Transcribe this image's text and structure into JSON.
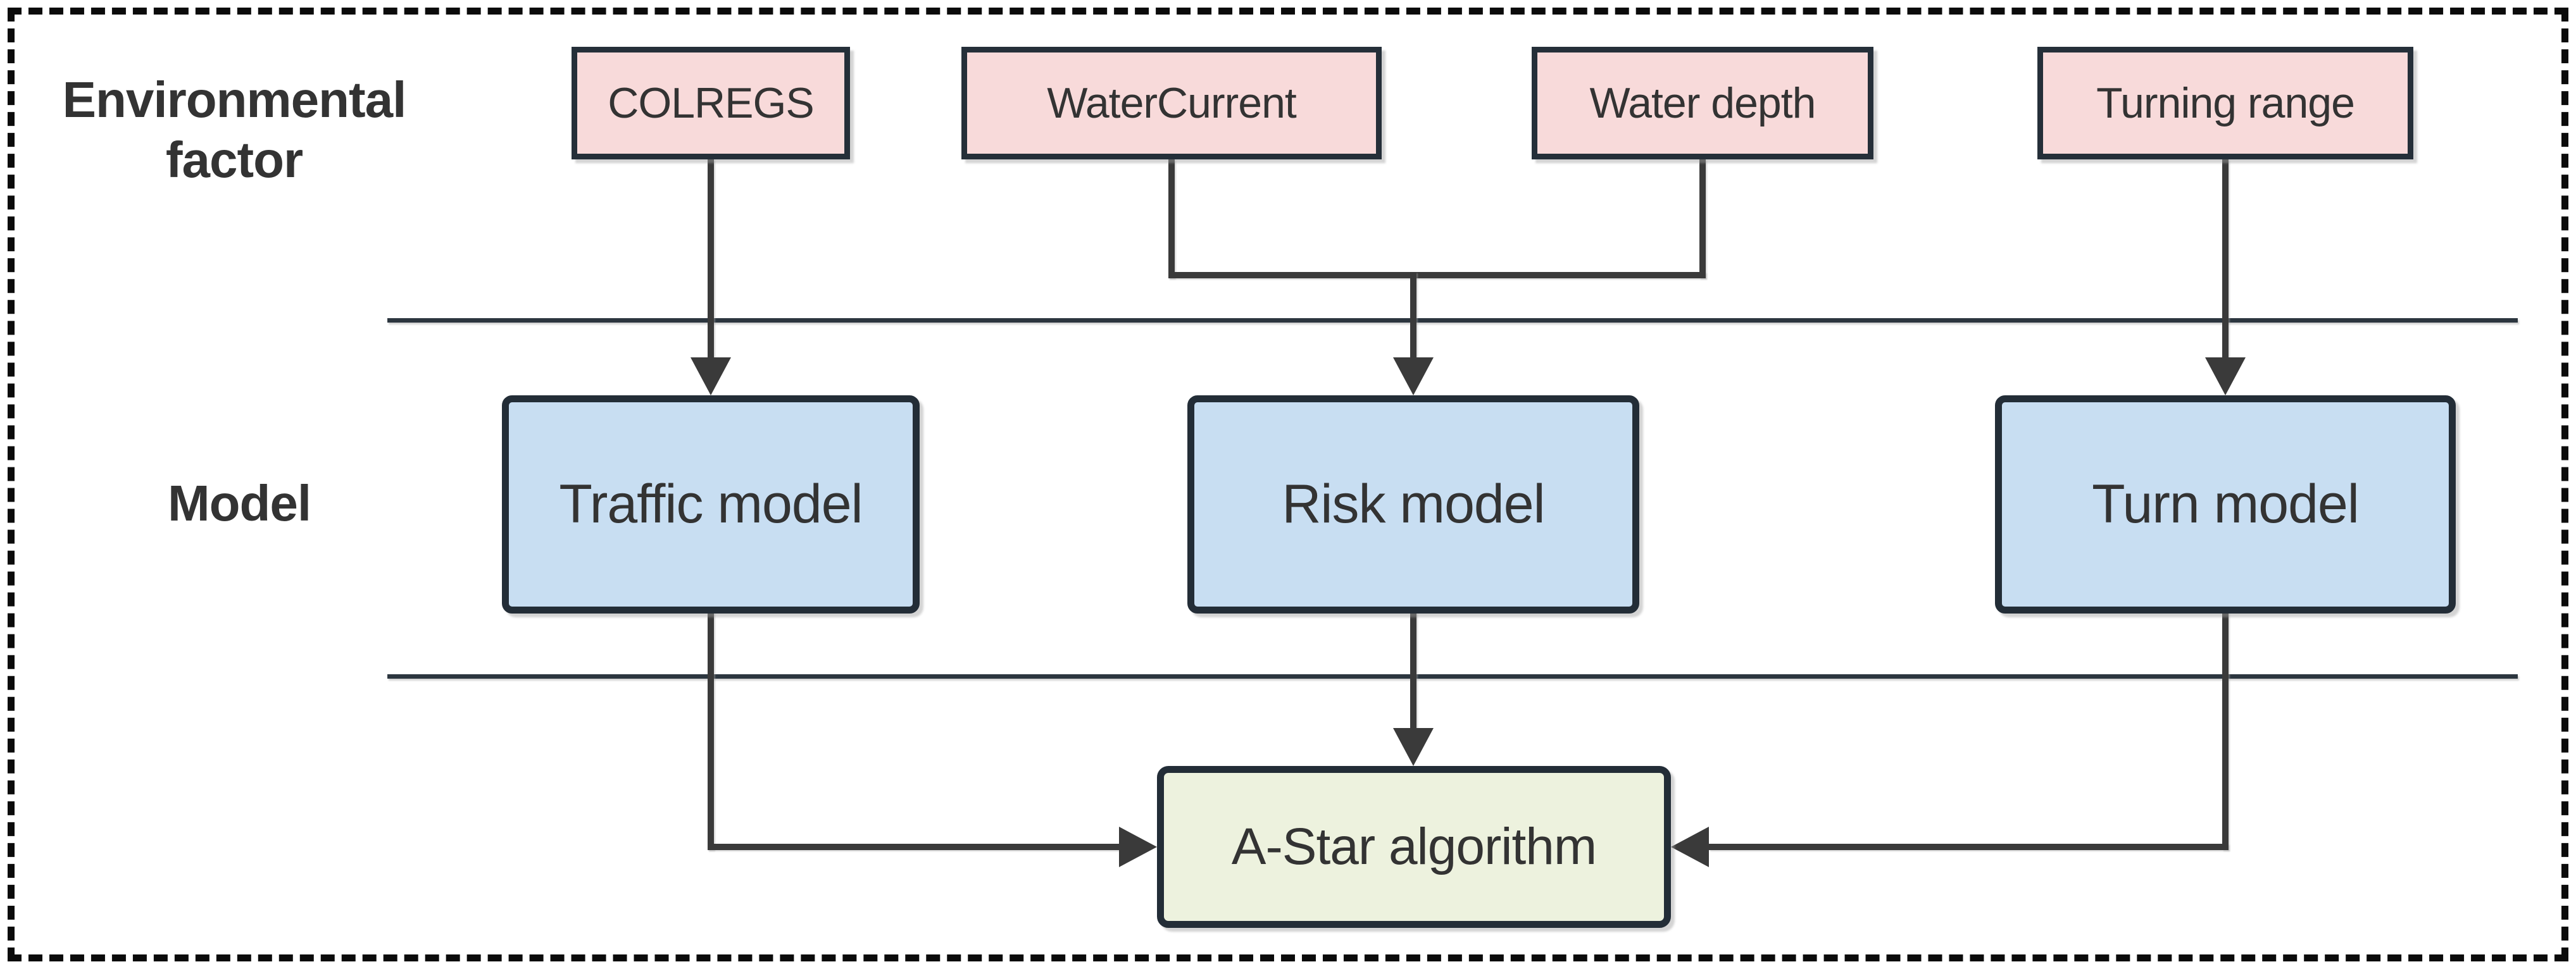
{
  "diagram": {
    "row_labels": {
      "environmental_factor_line1": "Environmental",
      "environmental_factor_line2": "factor",
      "model": "Model"
    },
    "environmental_factors": [
      {
        "label": "COLREGS"
      },
      {
        "label": "WaterCurrent"
      },
      {
        "label": "Water depth"
      },
      {
        "label": "Turning range"
      }
    ],
    "models": [
      {
        "label": "Traffic model"
      },
      {
        "label": "Risk model"
      },
      {
        "label": "Turn model"
      }
    ],
    "algorithm": {
      "label": "A-Star algorithm"
    },
    "colors": {
      "factor_fill": "#f8dada",
      "model_fill": "#c8def2",
      "algorithm_fill": "#edf2de",
      "box_border": "#252f39",
      "connector_line": "#3a3a3a",
      "separator_line": "#2c363f",
      "frame_dash": "#0b0b0b",
      "text": "#333333",
      "background": "#ffffff"
    }
  }
}
